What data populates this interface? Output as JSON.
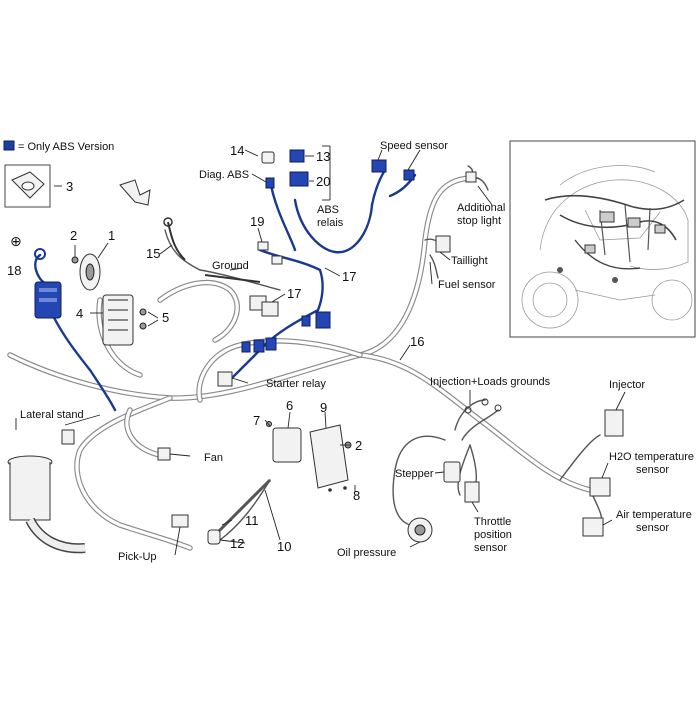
{
  "legend": {
    "text": "= Only ABS Version",
    "swatch_color": "#1f3fa0"
  },
  "ground_symbol": "⊕",
  "numbers": {
    "n1": "1",
    "n2a": "2",
    "n2b": "2",
    "n3": "3",
    "n4": "4",
    "n5": "5",
    "n6": "6",
    "n7": "7",
    "n8": "8",
    "n9": "9",
    "n10": "10",
    "n11": "11",
    "n12": "12",
    "n13": "13",
    "n14": "14",
    "n15": "15",
    "n16": "16",
    "n17a": "17",
    "n17b": "17",
    "n18": "18",
    "n19": "19",
    "n20": "20"
  },
  "labels": {
    "diag_abs": "Diag. ABS",
    "abs_relais_1": "ABS",
    "abs_relais_2": "relais",
    "speed_sensor": "Speed sensor",
    "additional_stop_1": "Additional",
    "additional_stop_2": "stop light",
    "taillight": "Taillight",
    "fuel_sensor": "Fuel sensor",
    "ground": "Ground",
    "starter_relay": "Starter relay",
    "lateral_stand": "Lateral stand",
    "fan": "Fan",
    "pick_up": "Pick-Up",
    "injection_loads_grounds": "Injection+Loads grounds",
    "injector": "Injector",
    "h2o_temp_1": "H2O temperature",
    "h2o_temp_2": "sensor",
    "stepper": "Stepper",
    "throttle_1": "Throttle",
    "throttle_2": "position",
    "throttle_3": "sensor",
    "air_temp_1": "Air temperature",
    "air_temp_2": "sensor",
    "oil_pressure": "Oil pressure"
  },
  "colors": {
    "abs_blue": "#1f3fa0",
    "harness_gray": "#8a8a8a"
  }
}
